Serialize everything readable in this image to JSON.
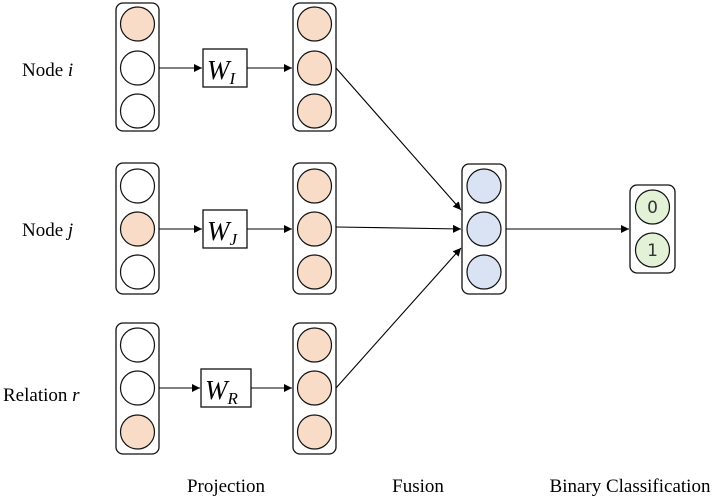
{
  "rows": [
    {
      "label_prefix": "Node ",
      "label_var": "i",
      "weight_base": "W",
      "weight_sub": "I",
      "input_active": [
        true,
        false,
        false
      ]
    },
    {
      "label_prefix": "Node ",
      "label_var": "j",
      "weight_base": "W",
      "weight_sub": "J",
      "input_active": [
        false,
        true,
        false
      ]
    },
    {
      "label_prefix": "Relation ",
      "label_var": "r",
      "weight_base": "W",
      "weight_sub": "R",
      "input_active": [
        false,
        false,
        true
      ]
    }
  ],
  "stages": {
    "projection": "Projection",
    "fusion": "Fusion",
    "classification": "Binary Classification"
  },
  "outputs": [
    "0",
    "1"
  ],
  "colors": {
    "active": "#f9dcc8",
    "inactive": "#ffffff",
    "projected": "#f9dcc8",
    "fused": "#dae3f4",
    "output": "#e3f1d7"
  }
}
